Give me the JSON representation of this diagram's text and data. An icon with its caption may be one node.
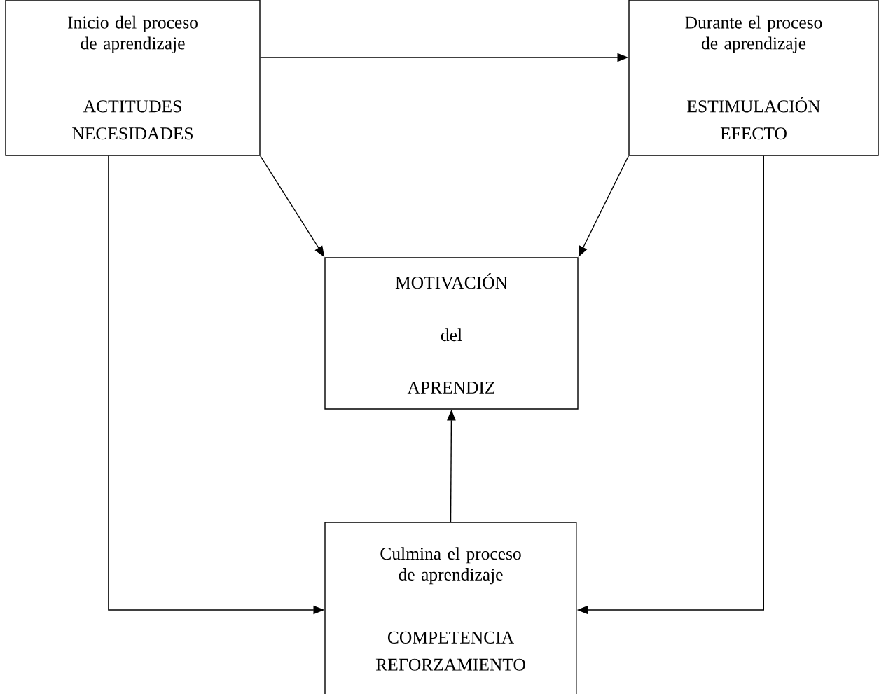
{
  "diagram": {
    "nodes": [
      {
        "text": [
          "Inicio del proceso de aprendizaje",
          "ACTITUDES",
          "NECESIDADES"
        ]
      },
      {
        "text": [
          "Durante el proceso de aprendizaje",
          "ESTIMULACIÓN",
          "EFECTO"
        ]
      },
      {
        "text": [
          "MOTIVACIÓN",
          "del",
          "APRENDIZ"
        ]
      },
      {
        "text": [
          "Culmina el proceso de aprendizaje",
          "COMPETENCIA",
          "REFORZAMIENTO"
        ]
      }
    ],
    "edges": [
      {
        "from": 0,
        "to": 1,
        "arrow": "to"
      },
      {
        "from": 0,
        "to": 2,
        "arrow": "to"
      },
      {
        "from": 1,
        "to": 2,
        "arrow": "to"
      },
      {
        "from": 3,
        "to": 2,
        "arrow": "to"
      },
      {
        "from": 0,
        "to": 3,
        "arrow": "to"
      },
      {
        "from": 1,
        "to": 3,
        "arrow": "to"
      }
    ]
  }
}
